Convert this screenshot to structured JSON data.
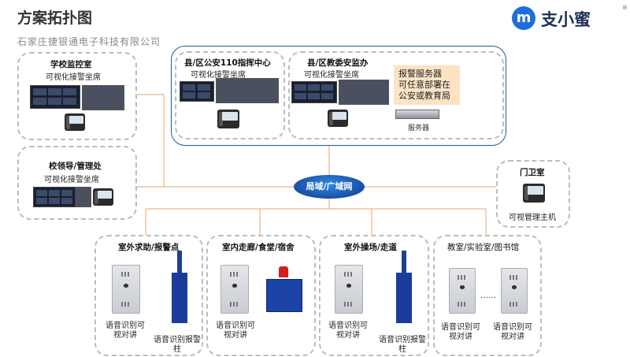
{
  "page": {
    "title": "方案拓扑图",
    "company": "石家庄捷银通电子科技有限公司"
  },
  "logo": {
    "mark": "m",
    "text": "支小蜜",
    "registered": "®"
  },
  "colors": {
    "brand": "#1e6fd9",
    "network": "#1a4fa8",
    "line": "#e8a56a",
    "pillar": "#1b3c9a",
    "note_bg": "#fbe3c4"
  },
  "network": {
    "label": "局域/广域网"
  },
  "nodes": {
    "school_monitor": {
      "title": "学校监控室",
      "subtitle": "可视化接警坐席"
    },
    "county_police": {
      "title": "县/区公安110指挥中心",
      "subtitle": "可视化接警坐席"
    },
    "county_edu": {
      "title": "县/区教委安监办",
      "subtitle": "可视化接警坐席"
    },
    "server_note": {
      "line1": "报警服务器",
      "line2": "可任意部署在",
      "line3": "公安或教育局",
      "server_label": "服务器"
    },
    "leaders": {
      "title": "校领导/管理处",
      "subtitle": "可视化接警坐席"
    },
    "guard": {
      "title": "门卫室",
      "subtitle": "可视管理主机"
    }
  },
  "zones": [
    {
      "title": "室外求助/报警点",
      "dev1_line1": "语音识别可",
      "dev1_line2": "视对讲",
      "dev2_line1": "语音识别报警",
      "dev2_line2": "柱"
    },
    {
      "title": "室内走廊/食堂/宿舍",
      "dev1_line1": "语音识别可",
      "dev1_line2": "视对讲",
      "dev2_line1": "",
      "dev2_line2": ""
    },
    {
      "title": "室外操场/走道",
      "dev1_line1": "语音识别可",
      "dev1_line2": "视对讲",
      "dev2_line1": "语音识别报警",
      "dev2_line2": "柱"
    },
    {
      "title": "教室/实验室/图书馆",
      "dev1_line1": "语音识别可",
      "dev1_line2": "视对讲",
      "dev2_line1": "语音识别可",
      "dev2_line2": "视对讲"
    }
  ]
}
